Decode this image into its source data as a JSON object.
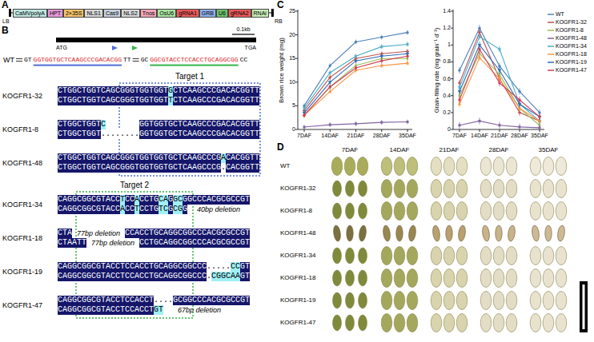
{
  "diagram": {
    "nodes": [
      {
        "text": [
          "CaMVpolyA"
        ]
      },
      {
        "text": [
          "HPT"
        ]
      },
      {
        "text": [
          "2×35S"
        ]
      },
      {
        "text": [
          "NLS1"
        ]
      },
      {
        "text": [
          "Cas9"
        ]
      },
      {
        "text": [
          "NLS2"
        ]
      },
      {
        "text": [
          "Tnos"
        ]
      },
      {
        "text": [
          "OsU6"
        ]
      },
      {
        "text": [
          "gRNA1"
        ]
      },
      {
        "text": [
          "GRB"
        ]
      },
      {
        "text": [
          "U6"
        ]
      },
      {
        "text": [
          "gRNA2"
        ]
      },
      {
        "text": [
          "RNAi"
        ]
      }
    ],
    "labels": [
      "A",
      "LB",
      "RB",
      "B",
      "0.1kb",
      "ATG",
      "TGA",
      "WT",
      "GT",
      "GGTGGTGCTCAAGCCCGACACGG",
      "TT",
      "GC",
      "GGCGTACCTCCACCTGCAGGCGG",
      "CC",
      "Target 1",
      "KOGFR1-32",
      "CTGGCTGGTCAGCGGGTGGTGGTGCTCAAGCCCGACACGGTT",
      "CTGGCTGGTCAGCGGGTGGTGGTTCTCAAGCCCGACACGGTT",
      "KOGFR1-8",
      "CTGGCTGGTC",
      "GGTGGTGCTCAAGCCCGACACGGTT",
      "CTGGCTGGT........GGTGGTGCTCAAGCCCGACACGGTT",
      "KOGFR1-48",
      "CTGGCTGGTCAGCGGGTGGTGGTGCTCAAGCCCGACACGGTT",
      "CTGGCTGGTCAGCGGGTGGTGGTGCTCAAGCCCG.CACGGTT",
      "Target 2",
      "KOGFR1-34",
      "CAGGCGGCGTACCTCCACCTGCAGGCGGCCCACGCGCCGT",
      "CAGGCGGCGTACCACCTCCTGTCGCGG",
      "40bp deletion",
      "KOGFR1-18",
      "CTA",
      "77bp deletion",
      "CCACCTGCAGGCGGCCCACGCGCCGT",
      "CTAATT",
      "77bp deletion",
      "CCTGCAGGCGGCCCACGCGCCGT",
      "KOGFR1-19",
      "CAGGCGGCGTACCTCCACCTGCAGGCGGCCC.....CCGT",
      "CAGGCGGCGTACCTCCACCTGCAGGCGGCCC.CGGCAAGT",
      "KOGFR1-47",
      "CAGGCGGCGTACCTCCACCT....GCGGCCCACGCGCCGT",
      "CAGGCGGCGTACCTCCACCTGT",
      "67bp deletion",
      "C",
      "Brown rice weight (mg)",
      "0",
      "5",
      "10",
      "15",
      "20",
      "25",
      "7DAF",
      "14DAF",
      "21DAF",
      "28DAF",
      "35DAF",
      "Grain-filling rate (mg grain⁻¹ d⁻¹)",
      "0",
      "0.2",
      "0.4",
      "0.6",
      "0.8",
      "1",
      "1.2",
      "1.4",
      "7DAF",
      "14DAF",
      "21DAF",
      "28DAF",
      "35DAF",
      "D",
      "7DAF",
      "14DAF",
      "21DAF",
      "28DAF",
      "35DAF",
      "WT",
      "KOGFR1-32",
      "KOGFR1-8",
      "KOGFR1-48",
      "KOGFR1-34",
      "KOGFR1-18",
      "KOGFR1-19",
      "KOGFR1-47"
    ],
    "legend": [
      {
        "text": "WT",
        "color": "#4f81bd"
      },
      {
        "text": "KOGFR1-32",
        "color": "#c0504d"
      },
      {
        "text": "KOGFR1-8",
        "color": "#9bbb59"
      },
      {
        "text": "KOGFR1-48",
        "color": "#8064a2"
      },
      {
        "text": "KOGFR1-34",
        "color": "#4bacc6"
      },
      {
        "text": "KOGFR1-18",
        "color": "#f79646"
      },
      {
        "text": "KOGFR1-19",
        "color": "#2c6bb5"
      },
      {
        "text": "KOGFR1-47",
        "color": "#d0405a"
      }
    ]
  }
}
